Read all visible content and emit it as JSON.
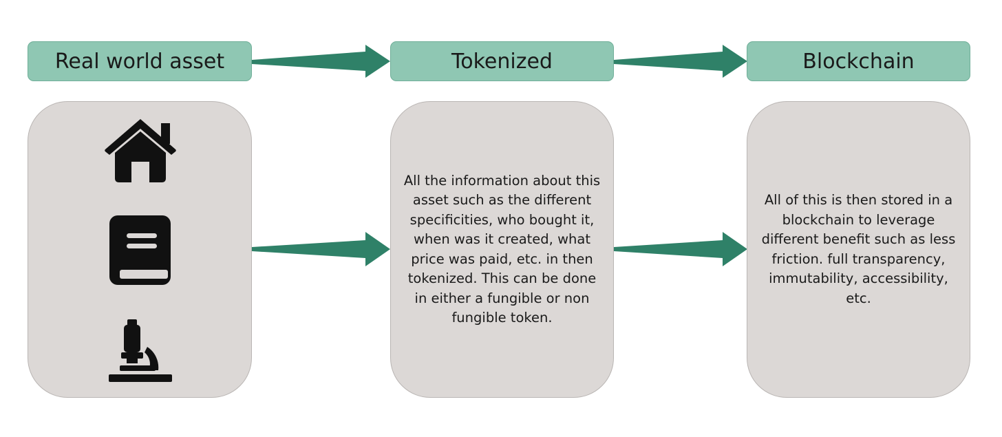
{
  "colors": {
    "header_fill": "#8fc7b3",
    "card_fill": "#dcd8d6",
    "arrow": "#2f8168",
    "icon": "#111111"
  },
  "steps": [
    {
      "title": "Real world asset"
    },
    {
      "title": "Tokenized",
      "description": "All the information about this asset such as the different specificities, who bought it, when was it created, what price was paid, etc. in then tokenized. This can be done in either a fungible or non fungible token."
    },
    {
      "title": "Blockchain",
      "description": "All of this is then stored in a blockchain to leverage different benefit such as less friction. full transparency, immutability, accessibility, etc."
    }
  ],
  "asset_icons": [
    "house-icon",
    "book-icon",
    "microscope-icon"
  ]
}
